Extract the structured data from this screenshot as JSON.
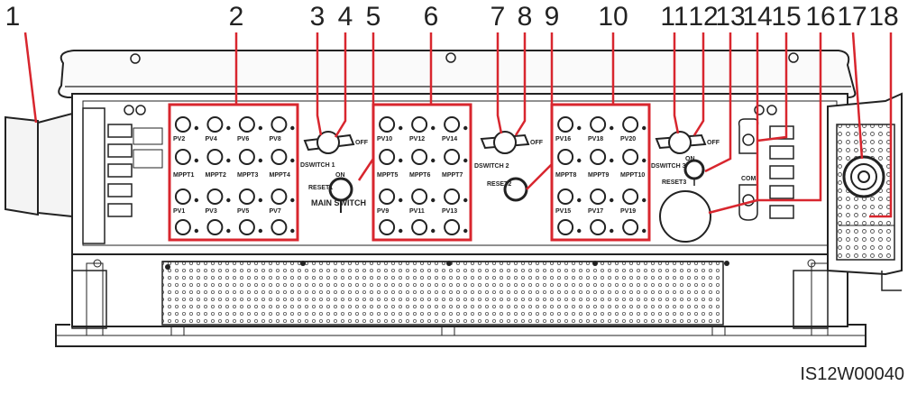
{
  "callouts": [
    "1",
    "2",
    "3",
    "4",
    "5",
    "6",
    "7",
    "8",
    "9",
    "10",
    "11",
    "12",
    "13",
    "14",
    "15",
    "16",
    "17",
    "18"
  ],
  "figure_code": "IS12W00040",
  "labels": {
    "main_switch": "MAIN SWITCH",
    "off": "OFF",
    "on": "ON",
    "dswitch_1": "DSWITCH 1",
    "dswitch_2": "DSWITCH 2",
    "dswitch_3": "DSWITCH 3",
    "reset_1": "RESET1",
    "reset_2": "RESET2",
    "reset_3": "RESET3",
    "com": "COM"
  },
  "group_a": {
    "row1": [
      "PV2",
      "PV4",
      "PV6",
      "PV8"
    ],
    "row2": [
      "MPPT1",
      "MPPT2",
      "MPPT3",
      "MPPT4"
    ],
    "row3": [
      "PV1",
      "PV3",
      "PV5",
      "PV7"
    ]
  },
  "group_b": {
    "row1": [
      "PV10",
      "PV12",
      "PV14"
    ],
    "row2": [
      "MPPT5",
      "MPPT6",
      "MPPT7"
    ],
    "row3": [
      "PV9",
      "PV11",
      "PV13"
    ]
  },
  "group_c": {
    "row1": [
      "PV16",
      "PV18",
      "PV20"
    ],
    "row2": [
      "MPPT8",
      "MPPT9",
      "MPPT10"
    ],
    "row3": [
      "PV15",
      "PV17",
      "PV19"
    ]
  },
  "colors": {
    "highlight": "#d8262e",
    "line": "#222222",
    "fill_light": "#f4f4f4"
  }
}
